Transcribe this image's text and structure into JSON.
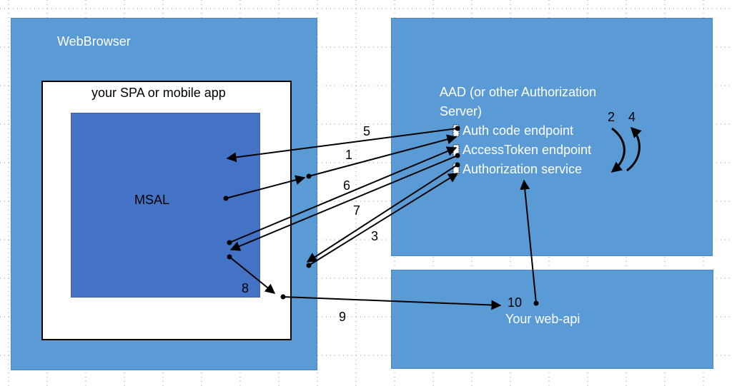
{
  "browser": {
    "title": "WebBrowser"
  },
  "app": {
    "title": "your SPA or mobile app"
  },
  "msal": {
    "label": "MSAL"
  },
  "aad": {
    "title_line1": "AAD (or other Authorization",
    "title_line2": "Server)",
    "endpoints": [
      "Auth code endpoint",
      "AccessToken endpoint",
      "Authorization service"
    ]
  },
  "webapi": {
    "label": "Your web-api"
  },
  "steps": {
    "s1": "1",
    "s2": "2",
    "s3": "3",
    "s4": "4",
    "s5": "5",
    "s6": "6",
    "s7": "7",
    "s8": "8",
    "s9": "9",
    "s10": "10"
  },
  "colors": {
    "panel_blue": "#5b9bd5",
    "panel_border": "#4a86c0",
    "msal_blue": "#4472c4",
    "line": "#000000"
  }
}
